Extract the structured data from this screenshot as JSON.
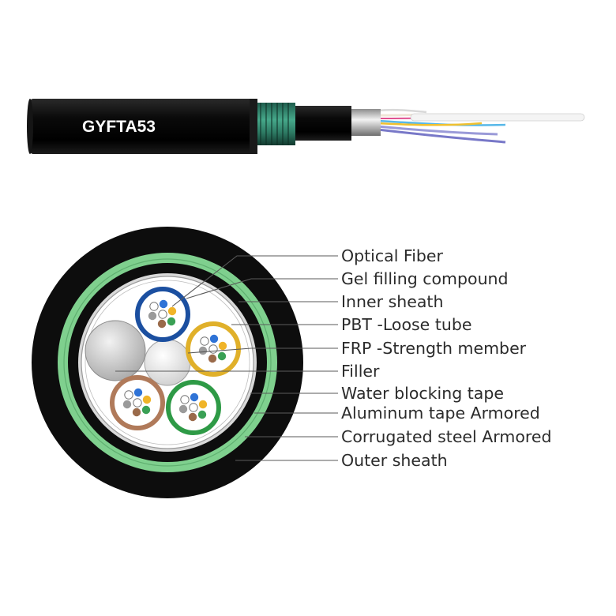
{
  "product": {
    "model": "GYFTA53"
  },
  "labels": [
    {
      "id": "optical-fiber",
      "text": "Optical Fiber"
    },
    {
      "id": "gel-filling-compound",
      "text": "Gel filling compound"
    },
    {
      "id": "inner-sheath",
      "text": "Inner sheath"
    },
    {
      "id": "pbt-loose-tube",
      "text": "PBT -Loose tube"
    },
    {
      "id": "frp-strength-member",
      "text": "FRP -Strength member"
    },
    {
      "id": "filler",
      "text": "Filler"
    },
    {
      "id": "water-blocking-tape",
      "text": "Water blocking tape"
    },
    {
      "id": "aluminum-tape-armored",
      "text": "Aluminum tape Armored"
    },
    {
      "id": "corrugated-steel-armored",
      "text": "Corrugated steel Armored"
    },
    {
      "id": "outer-sheath",
      "text": "Outer sheath"
    }
  ],
  "colors": {
    "outer_sheath": "#0d0d0d",
    "corrugated_steel_ring": "#7fd08e",
    "tube_blue": "#1b4fa0",
    "tube_yellow": "#e0b02a",
    "tube_brown": "#b07a5a",
    "tube_green": "#2e9a46",
    "fiber_colors": [
      "#2f73d6",
      "#f0b428",
      "#3aa055",
      "#9a6a4a",
      "#9a9a9a",
      "#ffffff"
    ]
  }
}
